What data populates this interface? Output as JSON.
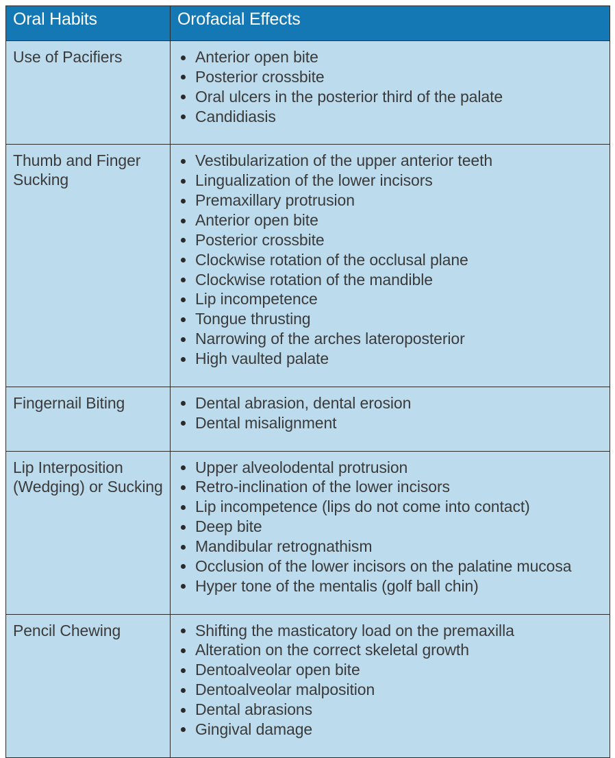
{
  "table": {
    "headers": [
      {
        "label": "Oral Habits"
      },
      {
        "label": "Orofacial Effects"
      }
    ],
    "rows": [
      {
        "habit": "Use of Pacifiers",
        "effects": [
          "Anterior open bite",
          "Posterior crossbite",
          "Oral ulcers in the posterior third of the palate",
          "Candidiasis"
        ]
      },
      {
        "habit": "Thumb and Finger Sucking",
        "effects": [
          "Vestibularization of the upper anterior teeth",
          "Lingualization of the lower incisors",
          "Premaxillary protrusion",
          "Anterior open bite",
          "Posterior crossbite",
          "Clockwise rotation of the occlusal plane",
          "Clockwise rotation of the mandible",
          "Lip incompetence",
          "Tongue thrusting",
          "Narrowing of the arches lateroposterior",
          "High vaulted palate"
        ]
      },
      {
        "habit": "Fingernail Biting",
        "effects": [
          "Dental abrasion, dental erosion",
          "Dental misalignment"
        ]
      },
      {
        "habit": "Lip Interposition (Wedging) or Sucking",
        "effects": [
          "Upper alveolodental protrusion",
          "Retro-inclination of the lower incisors",
          "Lip incompetence (lips do not come into contact)",
          "Deep bite",
          "Mandibular retrognathism",
          "Occlusion of the lower incisors on the palatine mucosa",
          "Hyper tone of the mentalis (golf ball chin)"
        ]
      },
      {
        "habit": "Pencil Chewing",
        "effects": [
          "Shifting the masticatory load on the premaxilla",
          "Alteration on the correct skeletal growth",
          "Dentoalveolar open bite",
          "Dentoalveolar malposition",
          "Dental abrasions",
          "Gingival damage"
        ]
      }
    ]
  },
  "colors": {
    "header_background": "#1478b4",
    "header_text": "#ffffff",
    "cell_background": "#bcdcee",
    "cell_text": "#3a3a3a",
    "border": "#2b2b2b"
  }
}
